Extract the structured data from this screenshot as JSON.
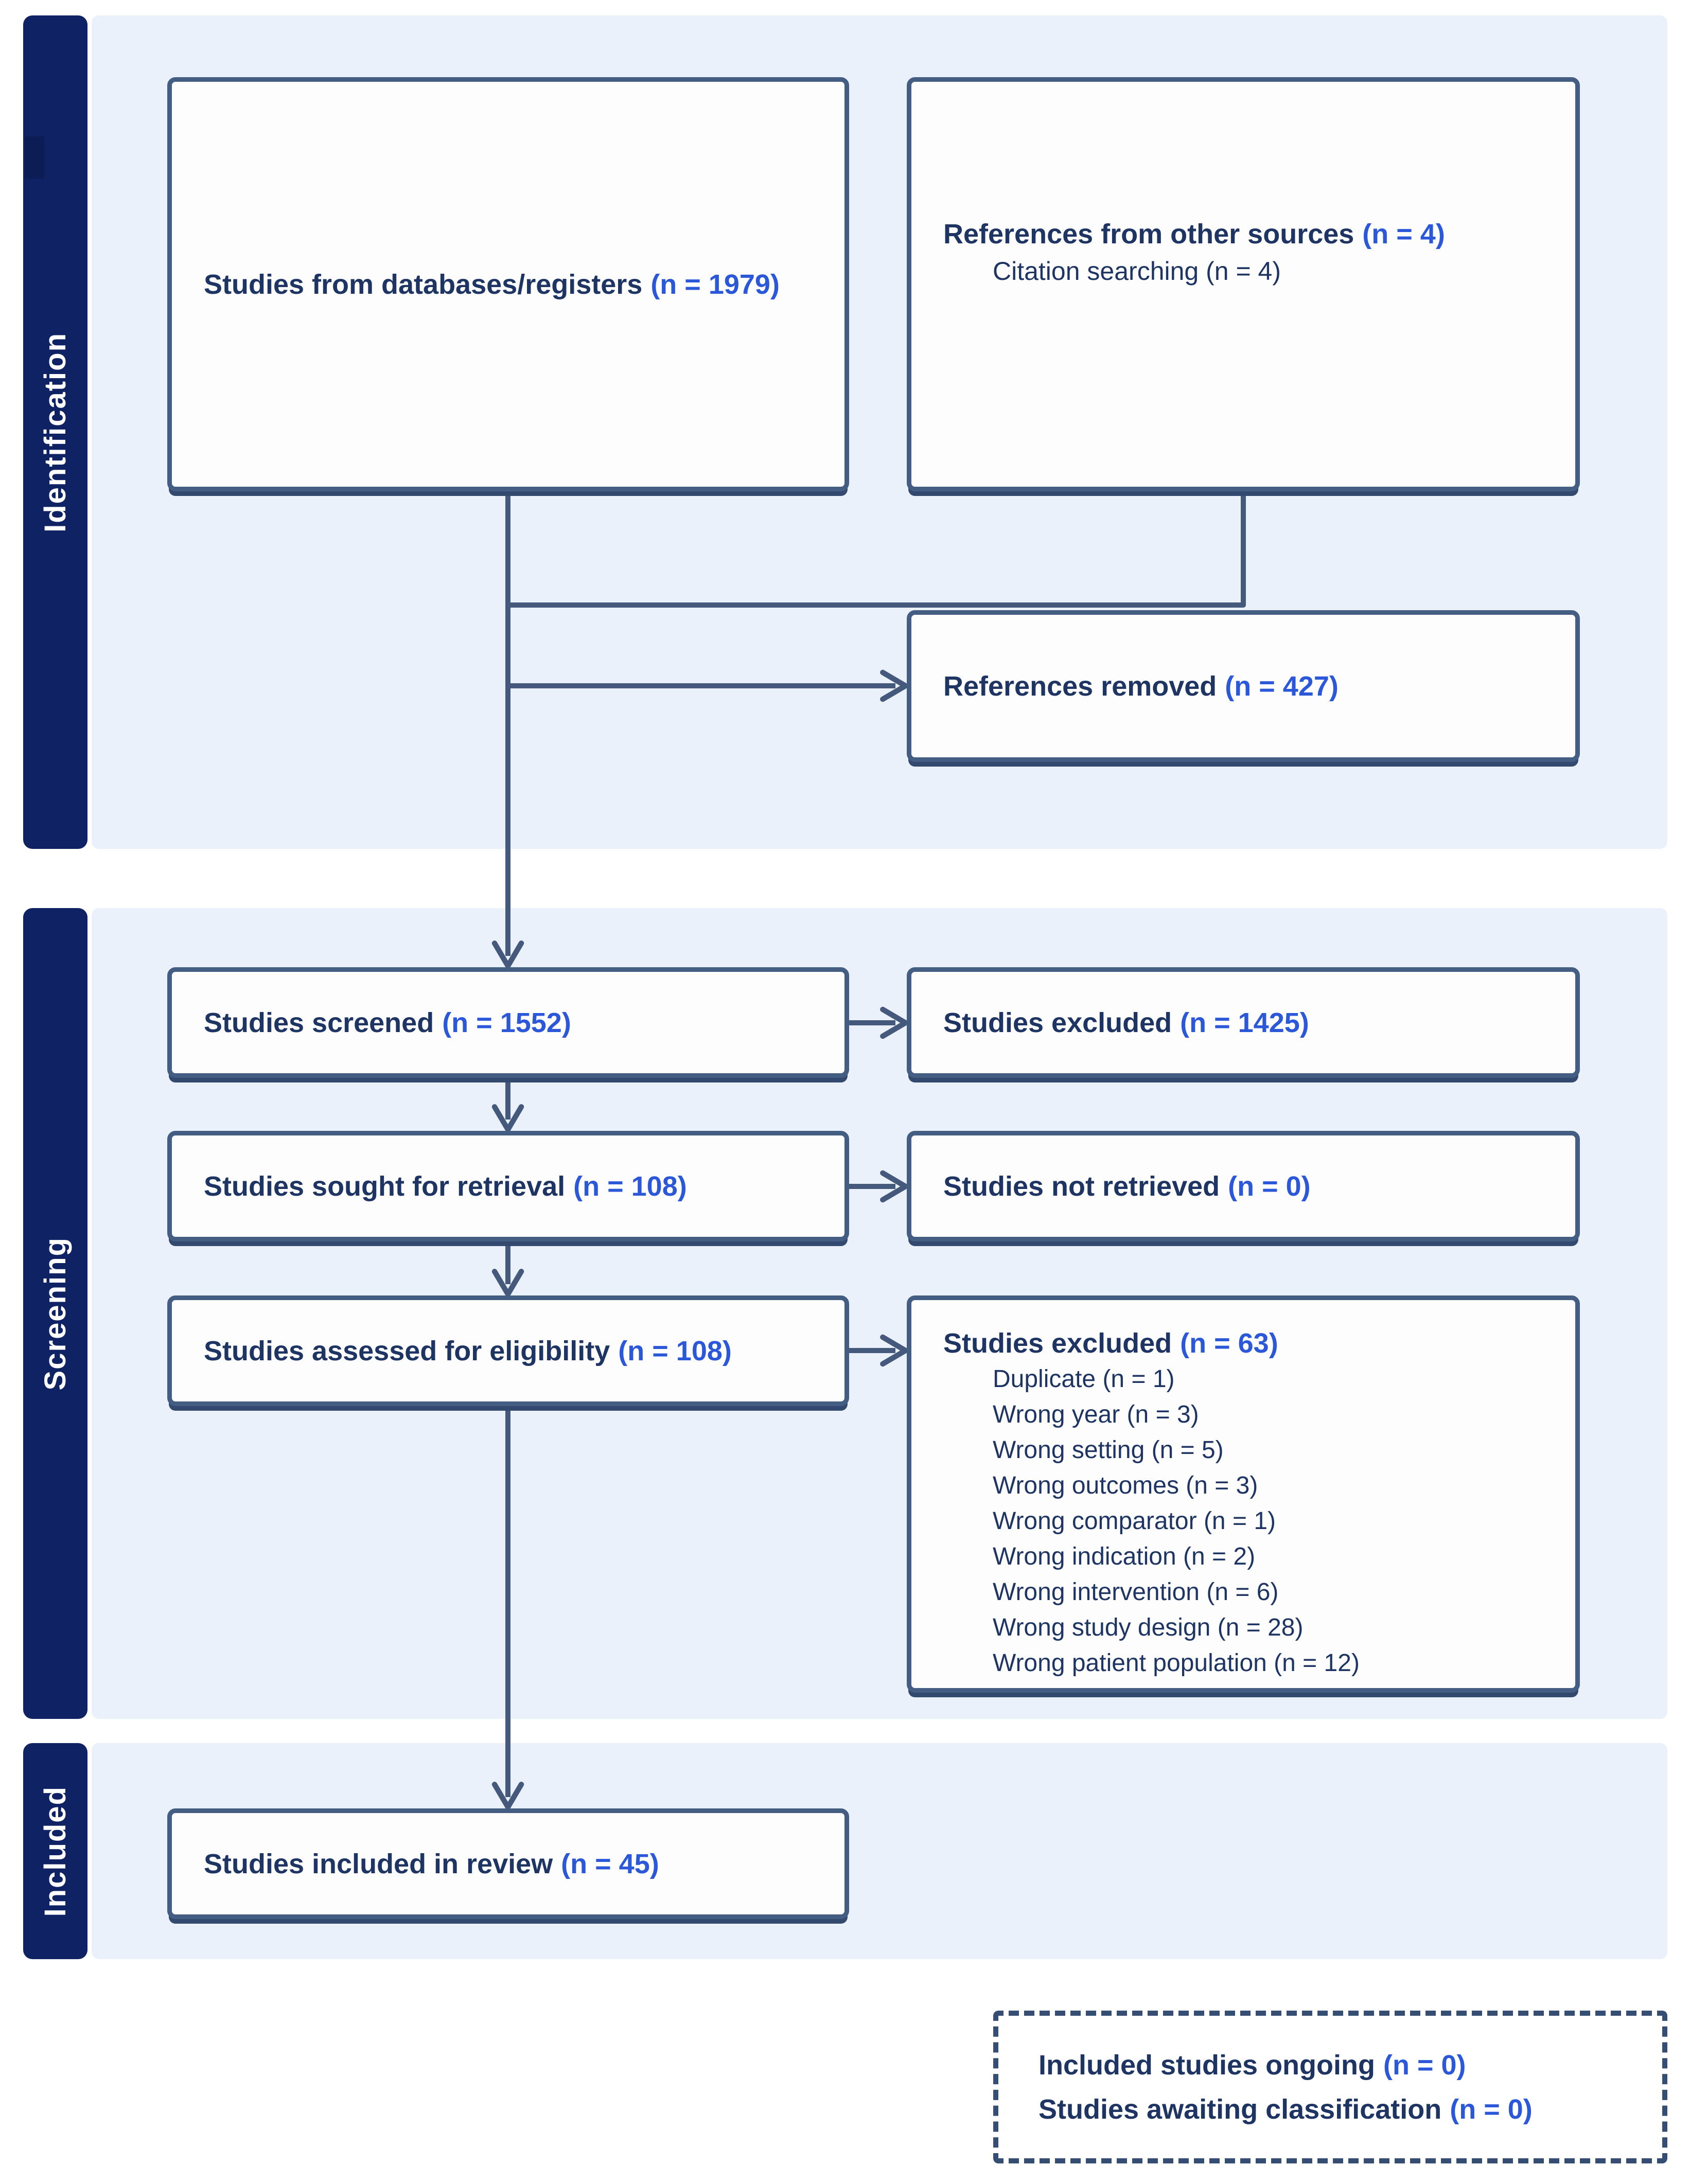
{
  "sidebar": {
    "items": [
      {
        "label": "Identification"
      },
      {
        "label": "Screening"
      },
      {
        "label": "Included"
      }
    ]
  },
  "boxes": {
    "databases": {
      "label": "Studies from databases/registers",
      "count": "(n = 1979)"
    },
    "other_sources": {
      "label": "References from other sources",
      "count": "(n = 4)",
      "sub_items": [
        "Citation searching (n = 4)"
      ]
    },
    "references_removed": {
      "label": "References removed",
      "count": "(n = 427)"
    },
    "screened": {
      "label": "Studies screened",
      "count": "(n = 1552)"
    },
    "excluded_screening": {
      "label": "Studies excluded",
      "count": "(n = 1425)"
    },
    "sought": {
      "label": "Studies sought for retrieval",
      "count": "(n = 108)"
    },
    "not_retrieved": {
      "label": "Studies not retrieved",
      "count": "(n = 0)"
    },
    "assessed": {
      "label": "Studies assessed for eligibility",
      "count": "(n = 108)"
    },
    "excluded_eligibility": {
      "label": "Studies excluded",
      "count": "(n = 63)",
      "sub_items": [
        "Duplicate (n = 1)",
        "Wrong year (n = 3)",
        "Wrong setting (n = 5)",
        "Wrong outcomes (n = 3)",
        "Wrong comparator (n = 1)",
        "Wrong indication (n = 2)",
        "Wrong intervention (n = 6)",
        "Wrong study design (n = 28)",
        "Wrong patient population (n = 12)"
      ]
    },
    "included_review": {
      "label": "Studies included in review",
      "count": "(n = 45)"
    }
  },
  "dashed_box": {
    "lines": [
      {
        "label": "Included studies ongoing",
        "count": "(n = 0)"
      },
      {
        "label": "Studies awaiting classification",
        "count": "(n = 0)"
      }
    ]
  },
  "colors": {
    "sidebar_navy": "#0f2263",
    "sidebar_highlight": "#0c1c55",
    "section_background": "#eaf1fb",
    "box_background": "#fdfdfe",
    "box_border": "#445d83",
    "connector_line": "#45597c",
    "label_navy": "#1e3563",
    "count_blue": "#2b57d9",
    "sidebar_text": "#ffffff"
  }
}
